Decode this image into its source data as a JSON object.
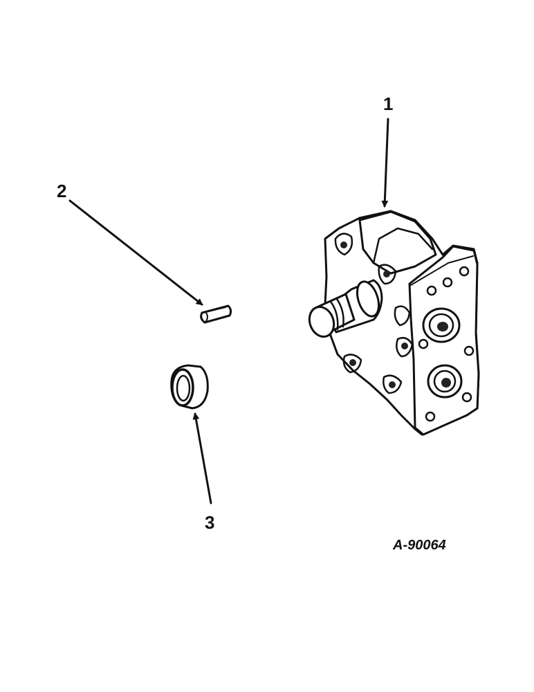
{
  "diagram": {
    "callouts": [
      {
        "id": "1",
        "label": "1"
      },
      {
        "id": "2",
        "label": "2"
      },
      {
        "id": "3",
        "label": "3"
      }
    ],
    "figure_reference": "A-90064",
    "colors": {
      "ink": "#111111",
      "paper": "#ffffff"
    }
  }
}
